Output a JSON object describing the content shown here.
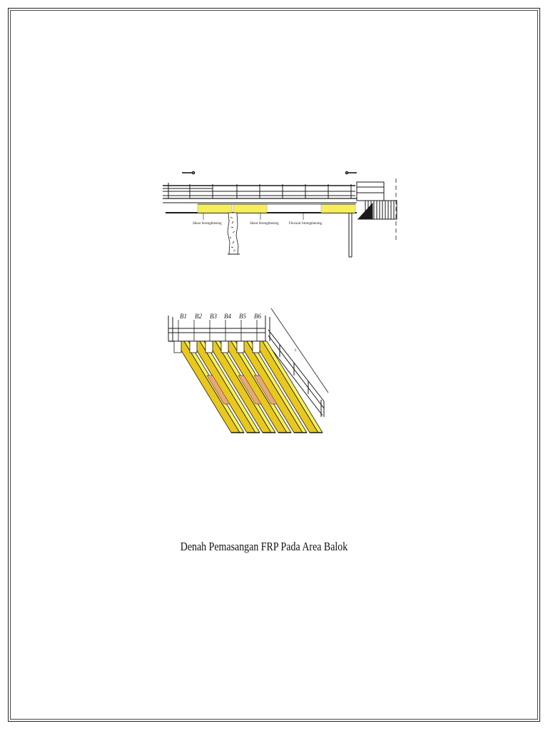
{
  "drawing": {
    "caption": "Denah Pemasangan FRP Pada Area Balok",
    "elevation_labels": [
      "Shear Strengthening",
      "Shear Strengthening",
      "Flexural Strengthening"
    ],
    "beam_labels": [
      "B1",
      "B2",
      "B3",
      "B4",
      "B5",
      "B6"
    ],
    "span_label": "L",
    "colors": {
      "frp_yellow": "#f7ef5a",
      "beam_yellow": "#e8c81e",
      "frp_pink": "#e8a57e",
      "line": "#1a1a1a"
    }
  }
}
